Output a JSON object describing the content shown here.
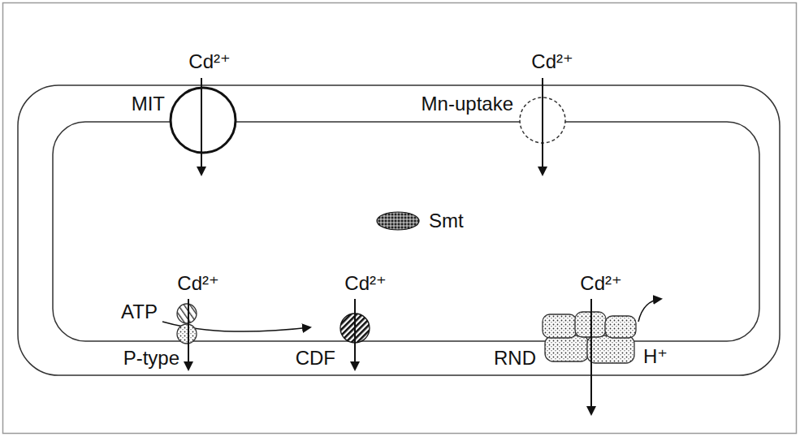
{
  "diagram": {
    "nodes": [
      {
        "text": [
          "MIT"
        ]
      },
      {
        "text": [
          "Mn-uptake"
        ]
      },
      {
        "text": [
          "Smt"
        ]
      },
      {
        "text": [
          "P-type"
        ]
      },
      {
        "text": [
          "CDF"
        ]
      },
      {
        "text": [
          "RND"
        ]
      }
    ],
    "labels": [
      "Cd²⁺",
      "Cd²⁺",
      "Cd²⁺",
      "Cd²⁺",
      "Cd²⁺",
      "ATP",
      "H⁺"
    ]
  }
}
